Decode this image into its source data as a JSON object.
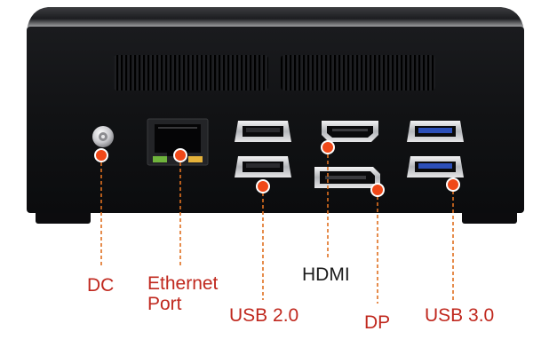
{
  "colors": {
    "accent_label": "#c0281e",
    "dark_label": "#1c1c1c",
    "leader_line": "#e07020",
    "marker": "#f04818",
    "chassis": "#111214",
    "usb3_tongue": "#2c4fb8"
  },
  "device": {
    "description_icon": "mini-pc-back-panel"
  },
  "ports": {
    "dc": {
      "label": "DC"
    },
    "ethernet": {
      "label_line1": "Ethernet",
      "label_line2": "Port"
    },
    "usb2": {
      "label": "USB 2.0"
    },
    "hdmi": {
      "label": "HDMI"
    },
    "dp": {
      "label": "DP"
    },
    "usb3": {
      "label": "USB 3.0"
    }
  }
}
